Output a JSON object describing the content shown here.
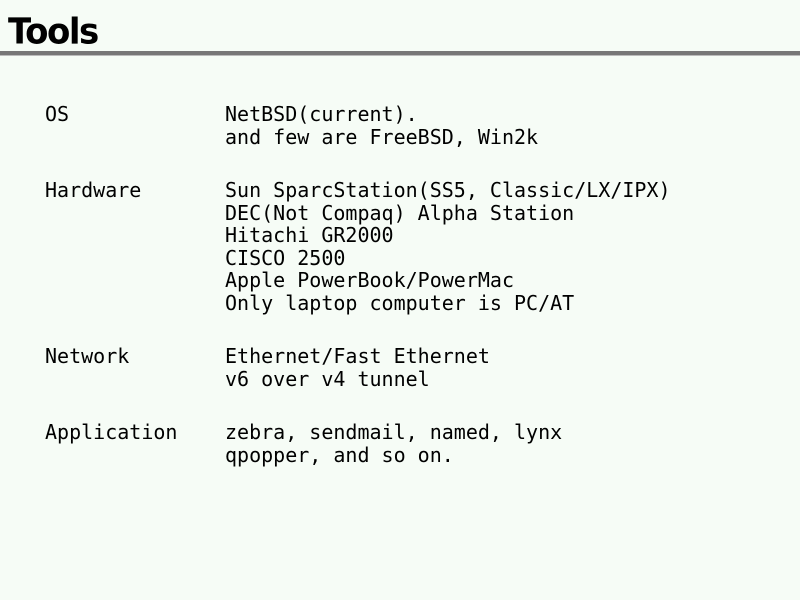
{
  "page": {
    "title": "Tools"
  },
  "items": [
    {
      "term": "OS",
      "lines": [
        "NetBSD(current).",
        "and few are FreeBSD, Win2k"
      ]
    },
    {
      "term": "Hardware",
      "lines": [
        "Sun SparcStation(SS5, Classic/LX/IPX)",
        "DEC(Not Compaq) Alpha Station",
        "Hitachi GR2000",
        "CISCO 2500",
        "Apple PowerBook/PowerMac",
        "Only laptop computer is PC/AT"
      ]
    },
    {
      "term": "Network",
      "lines": [
        "Ethernet/Fast Ethernet",
        "v6 over v4 tunnel"
      ]
    },
    {
      "term": "Application",
      "lines": [
        "zebra, sendmail, named, lynx",
        "qpopper, and so on."
      ]
    }
  ]
}
